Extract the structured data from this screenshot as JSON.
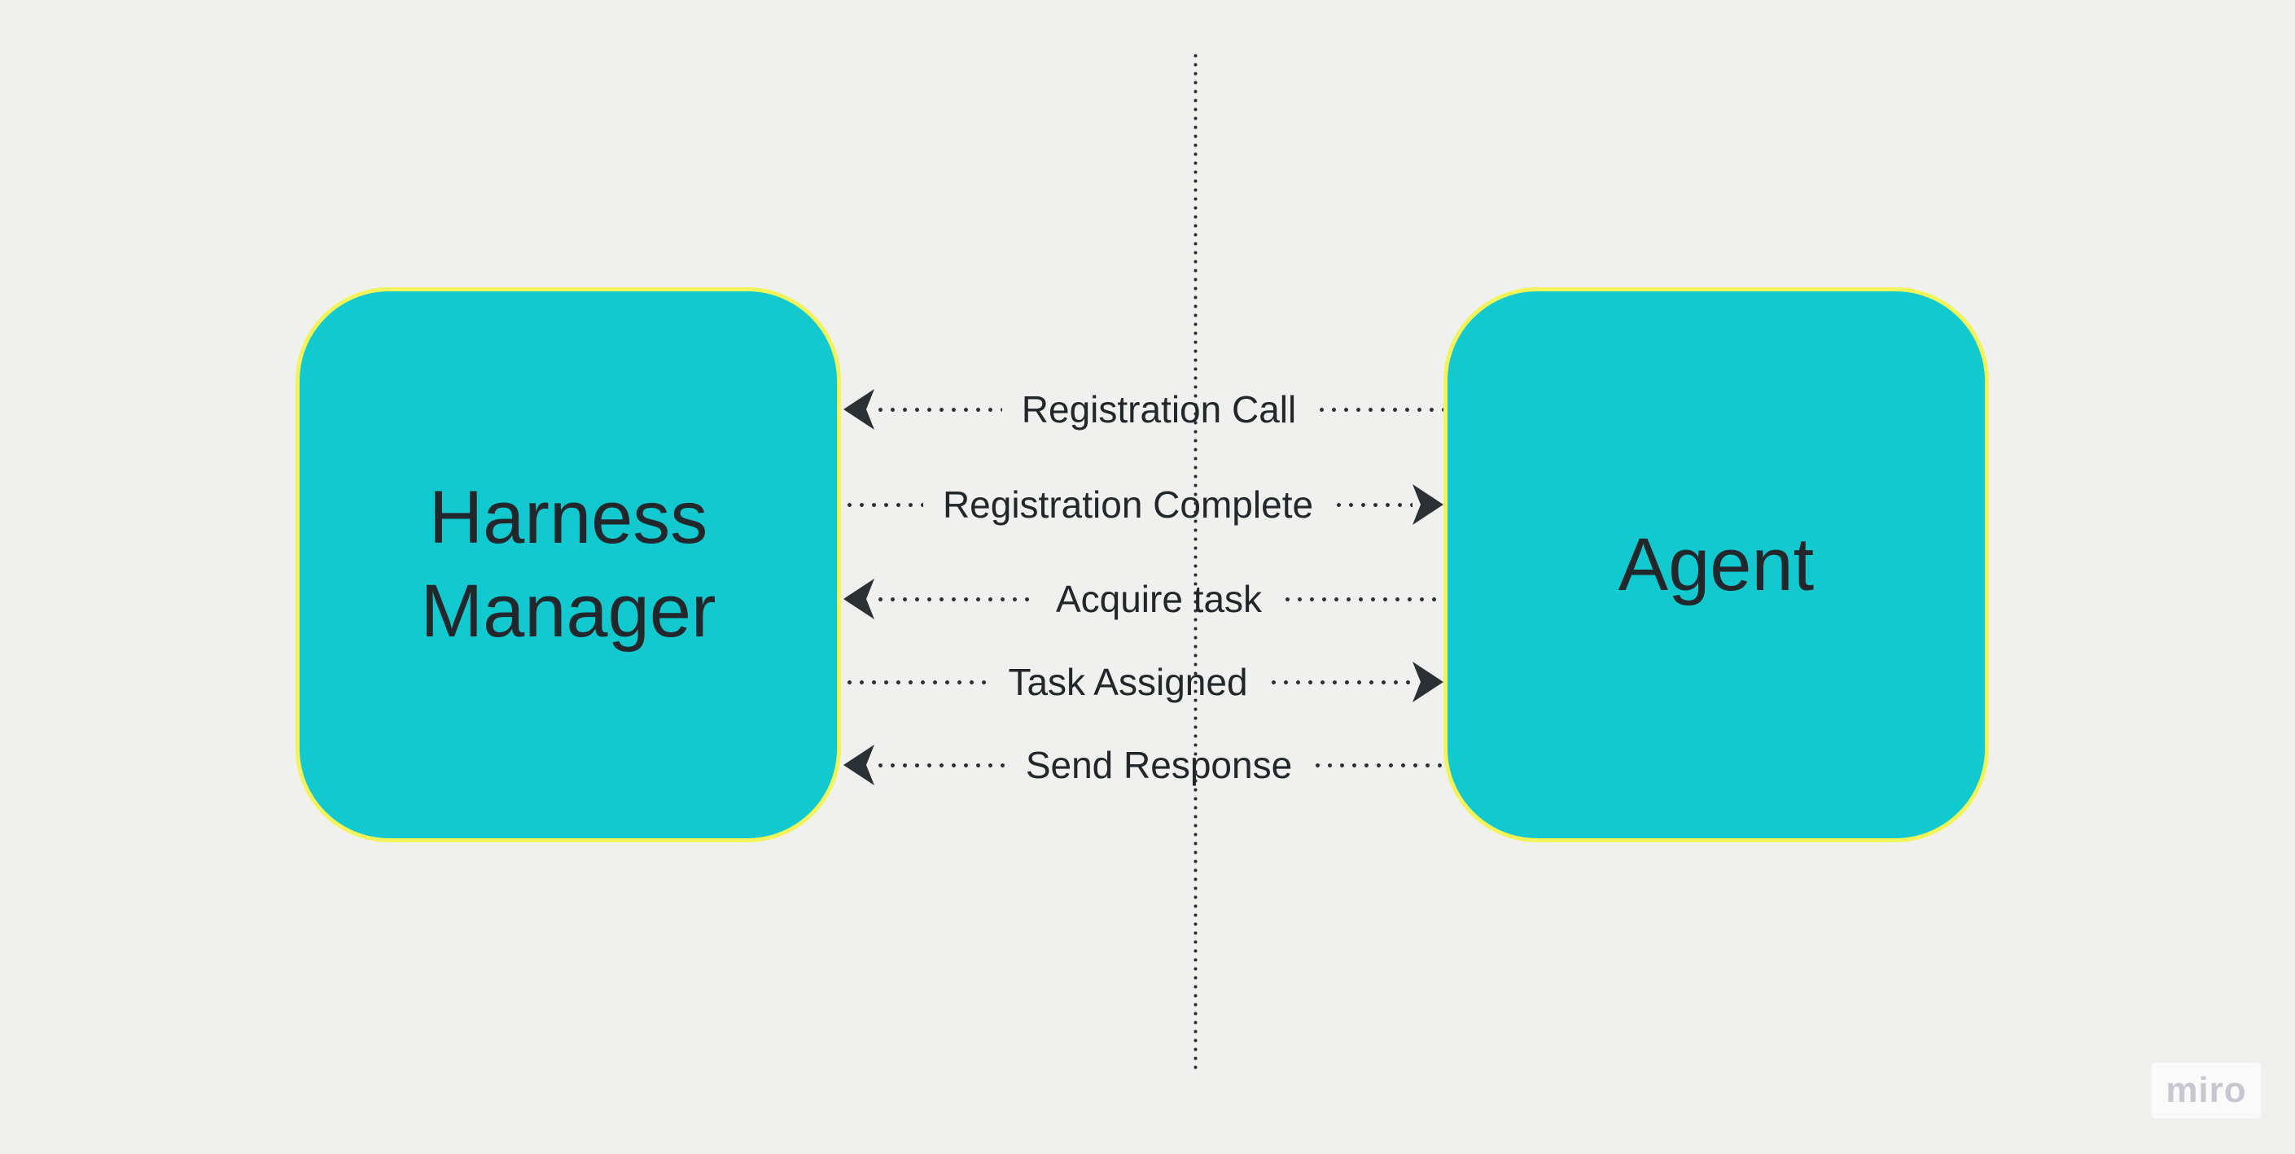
{
  "palette": {
    "background": "#F0F0EE",
    "node_fill": "#12C9D0",
    "node_border": "#F2F45A",
    "line_color": "#2B3034",
    "text_color": "#22272B",
    "watermark_bg": "#FAFAFA",
    "watermark_text_color": "#C7C6D1"
  },
  "nodes": {
    "left": {
      "title": "Harness Manager"
    },
    "right": {
      "title": "Agent"
    }
  },
  "messages": [
    {
      "label": "Registration Call",
      "direction": "left"
    },
    {
      "label": "Registration Complete",
      "direction": "right"
    },
    {
      "label": "Acquire task",
      "direction": "left"
    },
    {
      "label": "Task Assigned",
      "direction": "right"
    },
    {
      "label": "Send Response",
      "direction": "left"
    }
  ],
  "watermark": {
    "text": "miro"
  }
}
